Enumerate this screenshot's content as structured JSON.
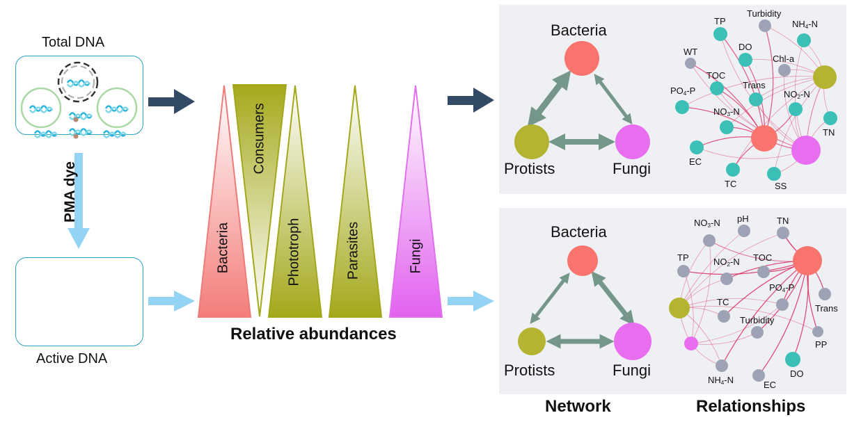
{
  "left": {
    "total_dna_label": "Total DNA",
    "active_dna_label": "Active DNA",
    "pma_label": "PMA dye"
  },
  "abundance": {
    "title": "Relative abundances",
    "groups": [
      {
        "name": "Bacteria",
        "orientation": "up",
        "color": "#f07a78"
      },
      {
        "name": "Consumers",
        "orientation": "down",
        "color": "#a3a81a"
      },
      {
        "name": "Phototroph",
        "orientation": "up",
        "color": "#a3a81a"
      },
      {
        "name": "Parasites",
        "orientation": "up",
        "color": "#a3a81a"
      },
      {
        "name": "Fungi",
        "orientation": "up",
        "color": "#e070ec"
      }
    ]
  },
  "network": {
    "title": "Network",
    "nodes": {
      "bacteria": "Bacteria",
      "protists": "Protists",
      "fungi": "Fungi"
    },
    "colors": {
      "bacteria": "#f8746c",
      "protists": "#b5b332",
      "fungi": "#e96eef",
      "arrow": "#74978a"
    }
  },
  "relationships": {
    "title": "Relationships",
    "top_env": [
      {
        "label": "TP",
        "sub": ""
      },
      {
        "label": "Turbidity",
        "sub": ""
      },
      {
        "label": "NH",
        "sub": "4",
        "suffix": "-N"
      },
      {
        "label": "WT",
        "sub": ""
      },
      {
        "label": "DO",
        "sub": ""
      },
      {
        "label": "Chl-a",
        "sub": ""
      },
      {
        "label": "TOC",
        "sub": ""
      },
      {
        "label": "PO",
        "sub": "4",
        "suffix": "-P"
      },
      {
        "label": "Trans",
        "sub": ""
      },
      {
        "label": "NO",
        "sub": "2",
        "suffix": "-N"
      },
      {
        "label": "NO",
        "sub": "3",
        "suffix": "-N"
      },
      {
        "label": "TN",
        "sub": ""
      },
      {
        "label": "EC",
        "sub": ""
      },
      {
        "label": "TC",
        "sub": ""
      },
      {
        "label": "SS",
        "sub": ""
      }
    ],
    "bottom_env": [
      {
        "label": "NO",
        "sub": "3",
        "suffix": "-N"
      },
      {
        "label": "pH",
        "sub": ""
      },
      {
        "label": "TN",
        "sub": ""
      },
      {
        "label": "TP",
        "sub": ""
      },
      {
        "label": "NO",
        "sub": "2",
        "suffix": "-N"
      },
      {
        "label": "TOC",
        "sub": ""
      },
      {
        "label": "PO",
        "sub": "4",
        "suffix": "-P"
      },
      {
        "label": "Trans",
        "sub": ""
      },
      {
        "label": "TC",
        "sub": ""
      },
      {
        "label": "Turbidity",
        "sub": ""
      },
      {
        "label": "PP",
        "sub": ""
      },
      {
        "label": "DO",
        "sub": ""
      },
      {
        "label": "NH",
        "sub": "4",
        "suffix": "-N"
      },
      {
        "label": "EC",
        "sub": ""
      }
    ],
    "colors": {
      "teal": "#3bbfb6",
      "grey": "#9da3b5",
      "edge": "#d9245a"
    }
  },
  "colors": {
    "dark_arrow": "#334a66",
    "light_arrow": "#93d4f4",
    "panel_bg": "#eff0f4"
  }
}
